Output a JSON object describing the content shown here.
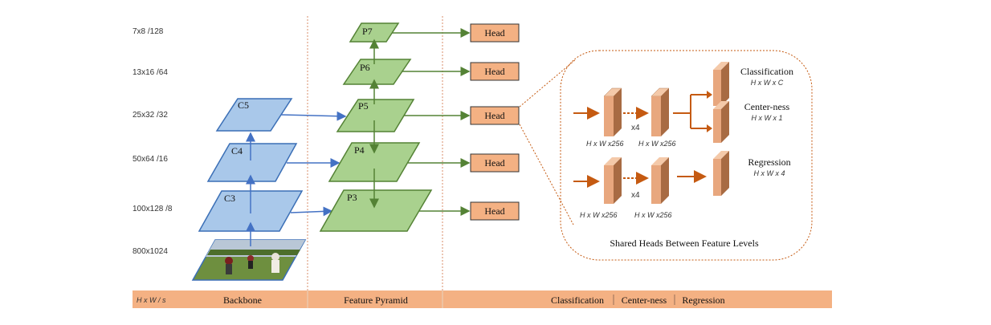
{
  "scale_labels": [
    "7x8  /128",
    "13x16  /64",
    "25x32  /32",
    "50x64  /16",
    "100x128  /8",
    "800x1024"
  ],
  "backbone": {
    "levels": [
      "C3",
      "C4",
      "C5"
    ]
  },
  "pyramid": {
    "levels": [
      "P3",
      "P4",
      "P5",
      "P6",
      "P7"
    ]
  },
  "head_label": "Head",
  "detail": {
    "input_dims": "H x W x256",
    "repeat": "x4",
    "outputs": [
      {
        "title": "Classification",
        "dims": "H x W x C"
      },
      {
        "title": "Center-ness",
        "dims": "H x W x 1"
      },
      {
        "title": "Regression",
        "dims": "H x W x 4"
      }
    ],
    "caption": "Shared Heads Between Feature Levels"
  },
  "bottom_bar": {
    "left": "H x W  / s",
    "backbone": "Backbone",
    "pyramid": "Feature Pyramid",
    "classification": "Classification",
    "centerness": "Center-ness",
    "regression": "Regression"
  },
  "colors": {
    "blue_fill": "#a9c8ea",
    "blue_stroke": "#3b6fb6",
    "green_fill": "#a9d18e",
    "green_stroke": "#548235",
    "head_fill": "#f4b183",
    "bar_fill": "#f4b183",
    "arrow_blue": "#4472c4",
    "arrow_green": "#548235",
    "arrow_orange": "#c55a11",
    "divider": "#d98c6a"
  }
}
